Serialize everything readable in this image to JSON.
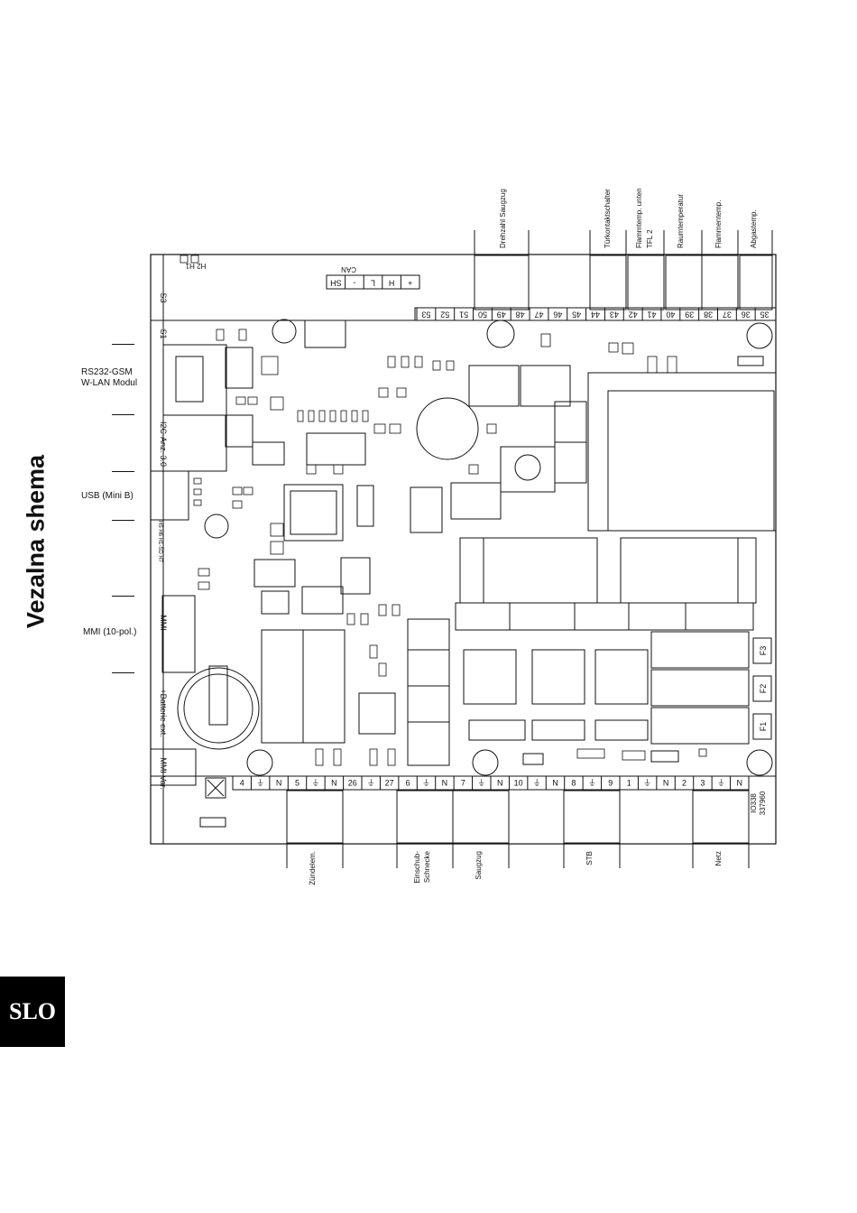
{
  "page": {
    "title": "Vezalna shema",
    "language_badge": "SLO"
  },
  "left_labels": {
    "rs232_line1": "RS232-GSM",
    "rs232_line2": "W-LAN Modul",
    "usb": "USB (Mini B)",
    "mmi": "MMI (10-pol.)"
  },
  "board": {
    "side_labels": [
      "S3",
      "S1",
      "I2C-Anz. 3.0",
      "H5 H6 H1-SD H7",
      "MMI",
      "+Batterie ext.",
      "MMI Var."
    ],
    "top_corner": "H2 H1",
    "can_label": "CAN",
    "can_pins": [
      "SH",
      "-",
      "L",
      "H",
      "+"
    ],
    "top_terminals": [
      "53",
      "52",
      "51",
      "50",
      "49",
      "48",
      "47",
      "46",
      "45",
      "44",
      "43",
      "42",
      "41",
      "40",
      "39",
      "38",
      "37",
      "36",
      "35"
    ],
    "bottom_terminals": [
      "4",
      "⏚",
      "N",
      "5",
      "⏚",
      "N",
      "26",
      "⏚",
      "27",
      "6",
      "⏚",
      "N",
      "7",
      "⏚",
      "N",
      "10",
      "⏚",
      "N",
      "8",
      "⏚",
      "9",
      "1",
      "⏚",
      "N",
      "2",
      "3",
      "⏚",
      "N"
    ],
    "fuses": [
      "F3",
      "F2",
      "F1"
    ],
    "ident": [
      "IO338",
      "337960"
    ]
  },
  "top_connectors": [
    "Drehzahl Saugzug",
    "Türkontaktschalter",
    "Flammtemp. unten",
    "TFL 2",
    "Raumtemperatur",
    "Flammentemp.",
    "Abgastemp."
  ],
  "bottom_connectors": [
    "Zündelem.",
    "Einschub-",
    "Schnecke",
    "Saugzug",
    "STB",
    "Netz"
  ]
}
